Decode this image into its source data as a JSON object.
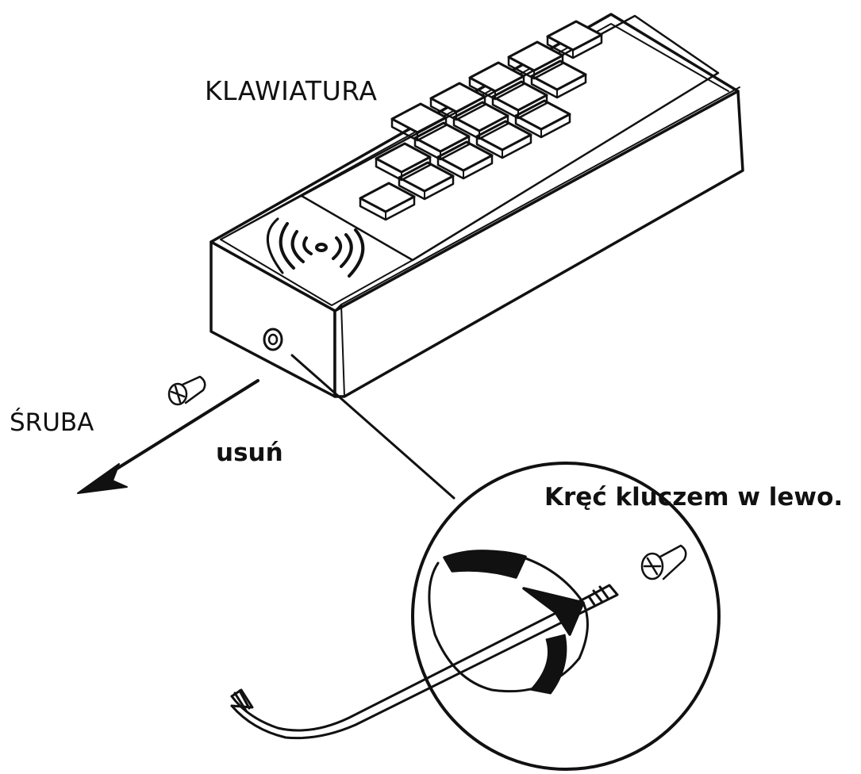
{
  "labels": {
    "keypad": "KLAWIATURA",
    "screw": "ŚRUBA",
    "remove": "usuń",
    "turn_instruction": "Kręć kluczem w lewo."
  },
  "device": {
    "keypad_rows": 3,
    "keys_per_row": 5
  },
  "colors": {
    "line": "#111111",
    "background": "#ffffff",
    "arrow_fill": "#111111"
  },
  "icons": [
    "rfid-waves-icon",
    "screw-icon",
    "hex-key-icon",
    "counterclockwise-arrow-icon",
    "arrow-left-icon"
  ]
}
